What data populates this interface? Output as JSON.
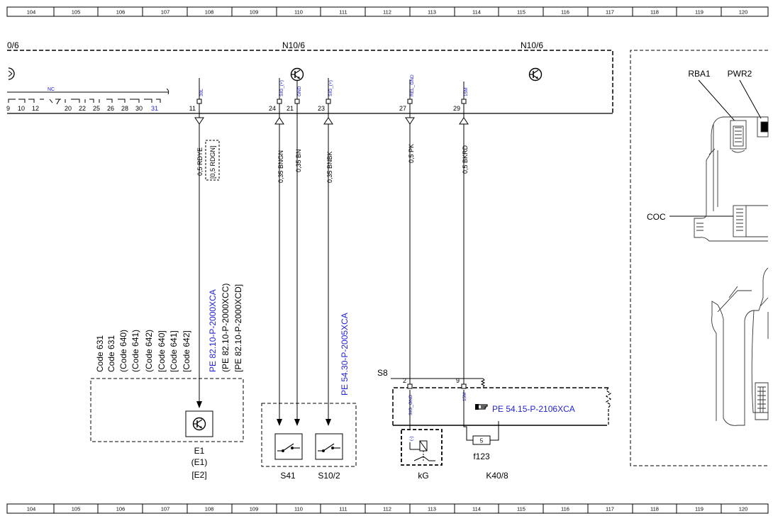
{
  "ruler": {
    "top": [
      "104",
      "105",
      "106",
      "107",
      "108",
      "109",
      "110",
      "111",
      "112",
      "113",
      "114",
      "115",
      "116",
      "117",
      "118",
      "119",
      "120"
    ],
    "bottom": [
      "104",
      "105",
      "106",
      "107",
      "108",
      "109",
      "110",
      "111",
      "112",
      "113",
      "114",
      "115",
      "116",
      "117",
      "118",
      "119",
      "120"
    ]
  },
  "module": {
    "label_left": "0/6",
    "label_mid": "N10/6",
    "label_right": "N10/6",
    "nc": "NC",
    "pins_left": [
      "9",
      "10",
      "12",
      "20",
      "22",
      "25",
      "26",
      "28",
      "30",
      "31"
    ]
  },
  "pins": [
    {
      "num": "11",
      "sig": "30L",
      "wire": "0,5 RDYE",
      "alt_wire": "[0,5 RDGN]"
    },
    {
      "num": "24",
      "sig": "SIG_(+)",
      "wire": "0,35 BNGN"
    },
    {
      "num": "21",
      "sig": "GND",
      "wire": "0,35 BN"
    },
    {
      "num": "23",
      "sig": "SIG_(+)",
      "wire": "0,35 BNBK"
    },
    {
      "num": "27",
      "sig": "REL_GND",
      "wire": "0,5 PK"
    },
    {
      "num": "29",
      "sig": "15M",
      "wire": "0,5 BKRD"
    }
  ],
  "e1": {
    "codes": [
      "Code 631",
      "Code 631",
      "(Code 640)",
      "(Code 641)",
      "(Code 642)",
      "[Code 640]",
      "[Code 641]",
      "[Code 642]"
    ],
    "refs": [
      "PE 82.10-P-2000XCA",
      "(PE 82.10-P-2000XCC)",
      "[PE 82.10-P-2000XCD]"
    ],
    "labels": [
      "E1",
      "(E1)",
      "[E2]"
    ]
  },
  "switches": {
    "ref": "PE 54.30-P-2005XCA",
    "s41": "S41",
    "s10": "S10/2"
  },
  "relay": {
    "s8": "S8",
    "pin2": "2",
    "pin9": "9",
    "sig_gnd": "SIG_GND",
    "m15": "15M",
    "ref": "PE 54.15-P-2106XCA",
    "minus": "(-)",
    "kg": "kG",
    "fuse_value": "5",
    "fuse": "f123",
    "k40": "K40/8"
  },
  "panel": {
    "rba1": "RBA1",
    "pwr2": "PWR2",
    "coc": "COC"
  }
}
